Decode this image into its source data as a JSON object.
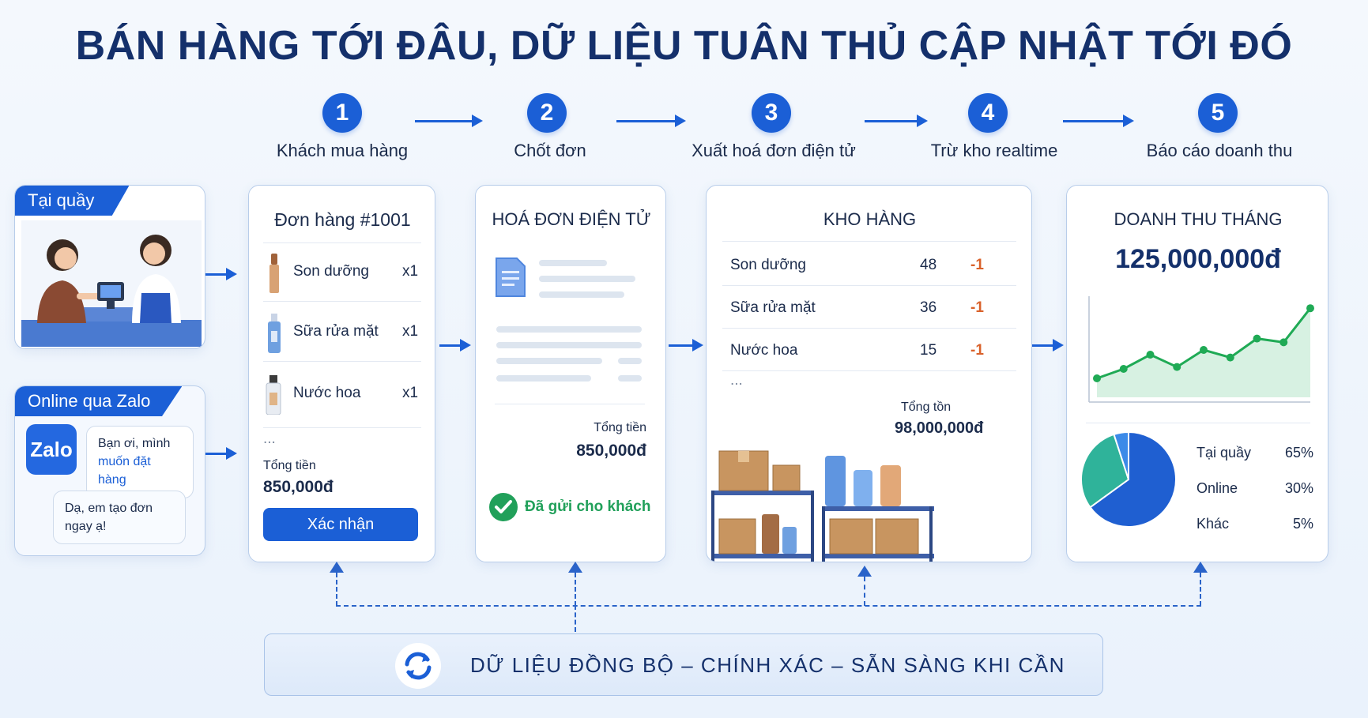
{
  "title": "BÁN HÀNG TỚI ĐÂU, DỮ LIỆU TUÂN THỦ CẬP NHẬT TỚI ĐÓ",
  "steps": [
    {
      "num": "1",
      "label": "Khách mua hàng"
    },
    {
      "num": "2",
      "label": "Chốt đơn"
    },
    {
      "num": "3",
      "label": "Xuất hoá đơn điện tử"
    },
    {
      "num": "4",
      "label": "Trừ kho realtime"
    },
    {
      "num": "5",
      "label": "Báo cáo doanh thu"
    }
  ],
  "sources": {
    "store": {
      "tag": "Tại quầy"
    },
    "zalo": {
      "tag": "Online qua Zalo",
      "logo": "Zalo",
      "msg_customer": "Bạn ơi, mình",
      "msg_customer_highlight": "muốn đặt hàng",
      "msg_shop_line1": "Dạ, em tạo đơn",
      "msg_shop_line2": "ngay ạ!"
    }
  },
  "order": {
    "title": "Đơn hàng #1001",
    "items": [
      {
        "name": "Son dưỡng",
        "qty": "x1"
      },
      {
        "name": "Sữa rửa mặt",
        "qty": "x1"
      },
      {
        "name": "Nước hoa",
        "qty": "x1"
      }
    ],
    "more": "...",
    "total_label": "Tổng tiền",
    "total_value": "850,000đ",
    "confirm_button": "Xác nhận"
  },
  "invoice": {
    "title": "HOÁ ĐƠN ĐIỆN TỬ",
    "total_label": "Tổng tiền",
    "total_value": "850,000đ",
    "sent_text": "Đã gửi cho khách"
  },
  "inventory": {
    "title": "KHO HÀNG",
    "rows": [
      {
        "name": "Son dưỡng",
        "stock": "48",
        "change": "-1"
      },
      {
        "name": "Sữa rửa mặt",
        "stock": "36",
        "change": "-1"
      },
      {
        "name": "Nước hoa",
        "stock": "15",
        "change": "-1"
      }
    ],
    "more": "...",
    "total_label": "Tổng tồn",
    "total_value": "98,000,000đ"
  },
  "revenue": {
    "title": "DOANH THU THÁNG",
    "amount": "125,000,000đ",
    "line_values": [
      2,
      3,
      4.5,
      3.2,
      5,
      4.2,
      6.2,
      5.8,
      9.4
    ],
    "breakdown": [
      {
        "label": "Tại quầy",
        "value": "65%",
        "pct": 65,
        "color": "#1f5fd1"
      },
      {
        "label": "Online",
        "value": "30%",
        "pct": 30,
        "color": "#2fb39a"
      },
      {
        "label": "Khác",
        "value": "5%",
        "pct": 5,
        "color": "#3c8ae8"
      }
    ]
  },
  "footer": {
    "text": "DỮ LIỆU ĐỒNG BỘ – CHÍNH XÁC – SẴN SÀNG KHI CẦN"
  },
  "colors": {
    "primary": "#1b5fd6",
    "title": "#14306b",
    "accent_orange": "#d9612a",
    "success": "#21a05a",
    "chart_line": "#1faa55"
  }
}
